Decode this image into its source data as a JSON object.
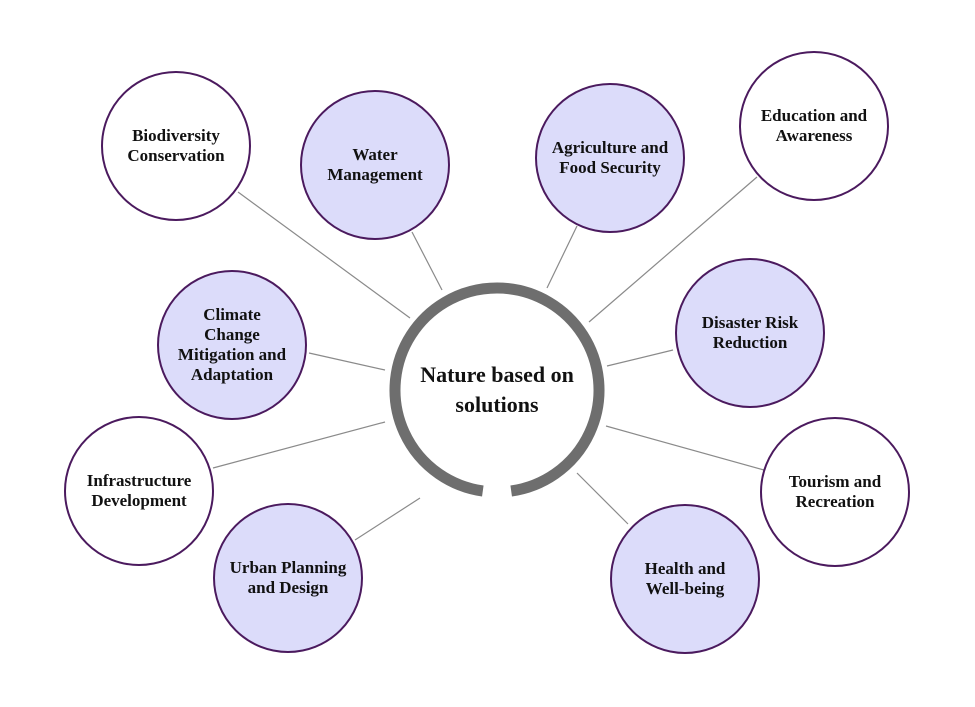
{
  "diagram": {
    "center": {
      "label_lines": [
        "Nature based on",
        "solutions"
      ]
    },
    "colors": {
      "node_border": "#4b1a5e",
      "filled_node": "#dcdcfa",
      "plain_node": "#ffffff",
      "center_ring": "#6e6e6e",
      "connector": "#8a8a8a"
    },
    "nodes": [
      {
        "id": "biodiversity-conservation",
        "lines": [
          "Biodiversity",
          "Conservation"
        ],
        "filled": false
      },
      {
        "id": "water-management",
        "lines": [
          "Water",
          "Management"
        ],
        "filled": true
      },
      {
        "id": "agriculture-and-food-security",
        "lines": [
          "Agriculture and",
          "Food Security"
        ],
        "filled": true
      },
      {
        "id": "education-and-awareness",
        "lines": [
          "Education and",
          "Awareness"
        ],
        "filled": false
      },
      {
        "id": "climate-change-mitigation-and-adaptation",
        "lines": [
          "Climate",
          "Change",
          "Mitigation and",
          "Adaptation"
        ],
        "filled": true
      },
      {
        "id": "disaster-risk-reduction",
        "lines": [
          "Disaster Risk",
          "Reduction"
        ],
        "filled": true
      },
      {
        "id": "infrastructure-development",
        "lines": [
          "Infrastructure",
          "Development"
        ],
        "filled": false
      },
      {
        "id": "tourism-and-recreation",
        "lines": [
          "Tourism and",
          "Recreation"
        ],
        "filled": false
      },
      {
        "id": "urban-planning-and-design",
        "lines": [
          "Urban Planning",
          "and Design"
        ],
        "filled": true
      },
      {
        "id": "health-and-well-being",
        "lines": [
          "Health and",
          "Well-being"
        ],
        "filled": true
      }
    ]
  }
}
